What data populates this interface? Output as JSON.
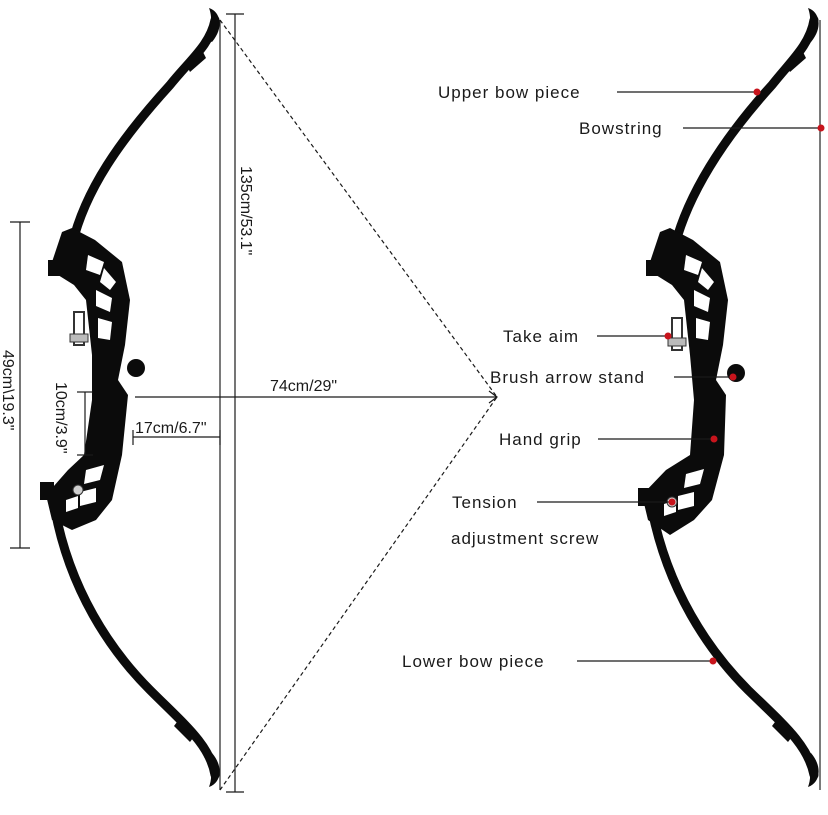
{
  "dimensions": {
    "height": "135cm/53.1\"",
    "draw_length": "74cm/29\"",
    "riser_length": "49cm\\19.3\"",
    "grip_height": "10cm/3.9\"",
    "grip_depth": "17cm/6.7\""
  },
  "parts": {
    "upper_bow_piece": "Upper bow piece",
    "bowstring": "Bowstring",
    "take_aim": "Take aim",
    "brush_arrow_stand": "Brush arrow stand",
    "hand_grip": "Hand grip",
    "tension_line1": "Tension",
    "tension_line2": "adjustment screw",
    "lower_bow_piece": "Lower bow piece"
  },
  "colors": {
    "bow": "#0b0b0b",
    "marker": "#c8141c",
    "text": "#1a1a1a"
  }
}
